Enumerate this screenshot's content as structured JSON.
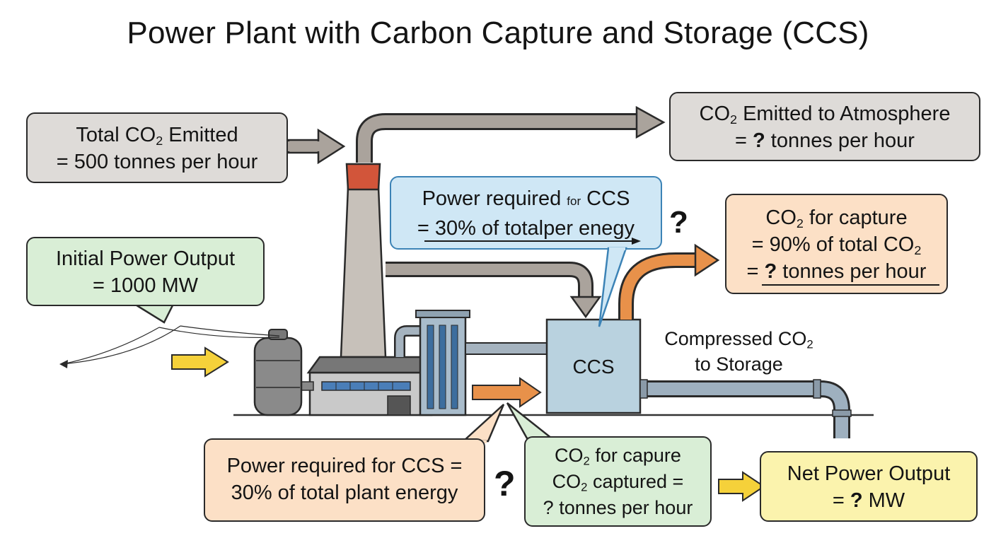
{
  "title": "Power Plant with Carbon Capture and Storage (CCS)",
  "total_emitted": {
    "line1_pre": "Total CO",
    "line1_sub": "2",
    "line1_post": " Emitted",
    "line2": "= 500 tonnes per hour"
  },
  "emitted_atmosphere": {
    "line1_pre": "CO",
    "line1_sub": "2",
    "line1_post": " Emitted to Atmosphere",
    "line2_pre": "= ",
    "line2_q": "?",
    "line2_post": " tonnes per hour"
  },
  "power_ccs_blue": {
    "line1_pre": "Power required ",
    "line1_small": "for",
    "line1_post": " CCS",
    "line2": "= 30% of totalper enegy"
  },
  "capture": {
    "line1_pre": "CO",
    "line1_sub": "2",
    "line1_post": " for capture",
    "line2_pre": "= 90% of total CO",
    "line2_sub": "2",
    "line3_pre": "= ",
    "line3_q": "?",
    "line3_post": " tonnes per hour"
  },
  "initial_power": {
    "line1": "Initial Power Output",
    "line2": "= 1000 MW"
  },
  "ccs_unit": {
    "label": "CCS"
  },
  "compressed": {
    "line1_pre": "Compressed CO",
    "line1_sub": "2",
    "line2": "to Storage"
  },
  "power_ccs_orange": {
    "line1": "Power required for CCS =",
    "line2": "30% of total plant energy"
  },
  "captured": {
    "line1_pre": "CO",
    "line1_sub": "2",
    "line1_post": " for capure",
    "line2_pre": "CO",
    "line2_sub": "2",
    "line2_post": " captured =",
    "line3": "? tonnes per hour"
  },
  "net_power": {
    "line1": "Net Power Output",
    "line2_pre": "= ",
    "line2_q": "?",
    "line2_post": " MW"
  },
  "question_marks": [
    "?",
    "?"
  ],
  "colors": {
    "grey_box": "#dedbd8",
    "green_box": "#d9eed6",
    "blue_box": "#cfe7f5",
    "orange_box": "#fce0c6",
    "yellow_box": "#fbf3ad",
    "grey_arrow": "#aaa39c",
    "orange_arrow": "#e8914a",
    "yellow_arrow": "#f5d13a",
    "chimney_top": "#d2553a",
    "ccs_unit": "#b9d2df",
    "pipe": "#9eb0bf"
  }
}
